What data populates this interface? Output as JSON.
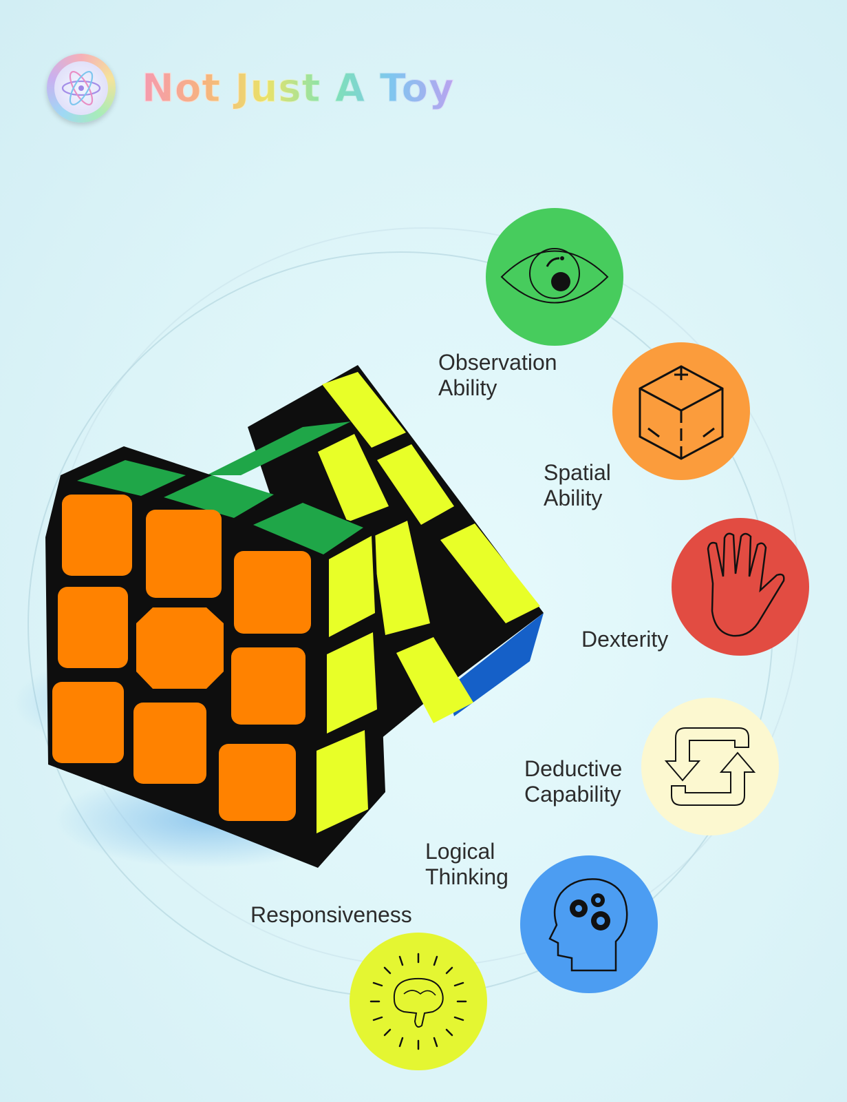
{
  "header": {
    "title": "Not Just A Toy"
  },
  "abilities": [
    {
      "label_lines": [
        "Observation",
        "Ability"
      ],
      "color": "#47cc5d",
      "icon": "eye-icon"
    },
    {
      "label_lines": [
        "Spatial",
        "Ability"
      ],
      "color": "#fb9c3c",
      "icon": "cube-outline-icon"
    },
    {
      "label_lines": [
        "Dexterity"
      ],
      "color": "#e24c42",
      "icon": "hand-icon"
    },
    {
      "label_lines": [
        "Deductive",
        "Capability"
      ],
      "color": "#fcf8d0",
      "icon": "cycle-arrows-icon"
    },
    {
      "label_lines": [
        "Logical",
        "Thinking"
      ],
      "color": "#4c9df2",
      "icon": "head-gears-icon"
    },
    {
      "label_lines": [
        "Responsiveness"
      ],
      "color": "#e4f632",
      "icon": "brain-burst-icon"
    }
  ],
  "colors": {
    "cube_orange": "#ff8200",
    "cube_yellow": "#e8ff28",
    "cube_green": "#1fa648",
    "cube_blue": "#1560c8",
    "cube_body": "#0e0e0e"
  }
}
